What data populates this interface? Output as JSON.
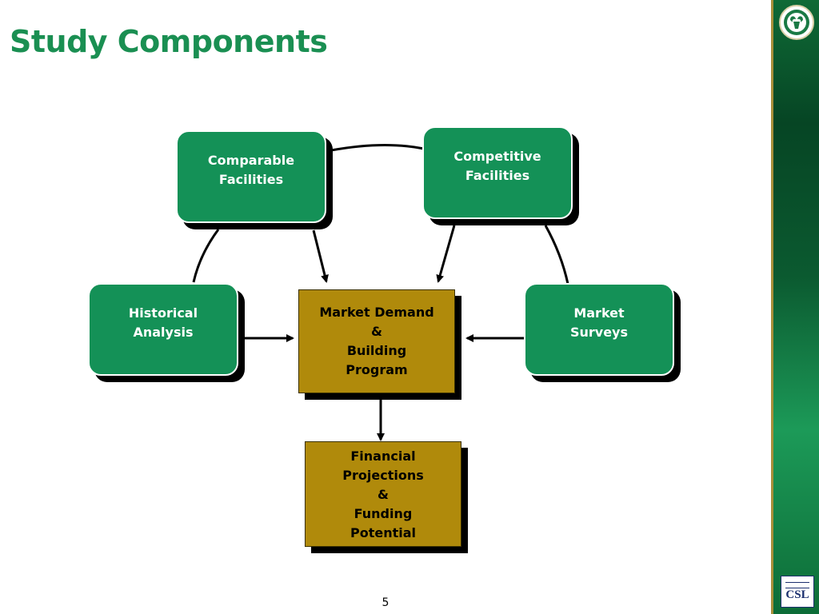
{
  "slide": {
    "title": "Study Components",
    "page_number": "5"
  },
  "diagram": {
    "nodes": {
      "comparable": "Comparable\nFacilities",
      "competitive": "Competitive\nFacilities",
      "historical": "Historical\nAnalysis",
      "market_surveys": "Market\nSurveys",
      "market_demand": "Market Demand\n&\nBuilding\nProgram",
      "financial": "Financial\nProjections\n&\nFunding\nPotential"
    },
    "colors": {
      "green_box": "#149157",
      "gold_box": "#b08a0b",
      "title": "#1a8f52"
    }
  },
  "branding": {
    "logo_top": "ram-logo-icon",
    "logo_bottom": "csl-logo-icon",
    "csl_text": "CSL"
  }
}
